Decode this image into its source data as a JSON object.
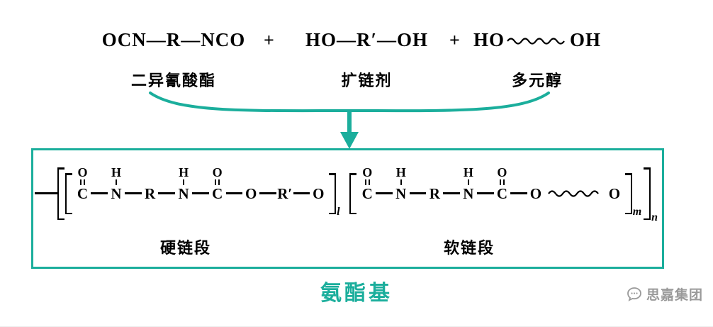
{
  "colors": {
    "teal": "#1BAE9C",
    "gray": "#9a9a9a"
  },
  "reactants": {
    "plus": "+",
    "diisocyanate": {
      "formula": "OCN—R—NCO",
      "label": "二异氰酸酯"
    },
    "chain_extender": {
      "formula": "HO—R′—OH",
      "label": "扩链剂"
    },
    "polyol": {
      "prefix": "HO",
      "suffix": "OH",
      "label": "多元醇"
    }
  },
  "polymer": {
    "outer_subscript": "n",
    "segments": [
      {
        "subscript": "l",
        "label": "硬链段",
        "units": [
          {
            "t": "atom",
            "top": "O",
            "bond": "d",
            "a": "C"
          },
          {
            "t": "link"
          },
          {
            "t": "atom",
            "top": "H",
            "bond": "s",
            "a": "N"
          },
          {
            "t": "link"
          },
          {
            "t": "atom",
            "a": "R"
          },
          {
            "t": "link"
          },
          {
            "t": "atom",
            "top": "H",
            "bond": "s",
            "a": "N"
          },
          {
            "t": "link"
          },
          {
            "t": "atom",
            "top": "O",
            "bond": "d",
            "a": "C"
          },
          {
            "t": "link"
          },
          {
            "t": "atom",
            "a": "O"
          },
          {
            "t": "link"
          },
          {
            "t": "atom",
            "a": "R′"
          },
          {
            "t": "link"
          },
          {
            "t": "atom",
            "a": "O"
          }
        ]
      },
      {
        "subscript": "m",
        "label": "软链段",
        "units": [
          {
            "t": "atom",
            "top": "O",
            "bond": "d",
            "a": "C"
          },
          {
            "t": "link"
          },
          {
            "t": "atom",
            "top": "H",
            "bond": "s",
            "a": "N"
          },
          {
            "t": "link"
          },
          {
            "t": "atom",
            "a": "R"
          },
          {
            "t": "link"
          },
          {
            "t": "atom",
            "top": "H",
            "bond": "s",
            "a": "N"
          },
          {
            "t": "link"
          },
          {
            "t": "atom",
            "top": "O",
            "bond": "d",
            "a": "C"
          },
          {
            "t": "link"
          },
          {
            "t": "atom",
            "a": "O"
          },
          {
            "t": "sq"
          },
          {
            "t": "atom",
            "a": "O"
          }
        ]
      }
    ]
  },
  "caption": {
    "text": "氨酯基"
  },
  "watermark": {
    "brand": "思嘉集团"
  }
}
